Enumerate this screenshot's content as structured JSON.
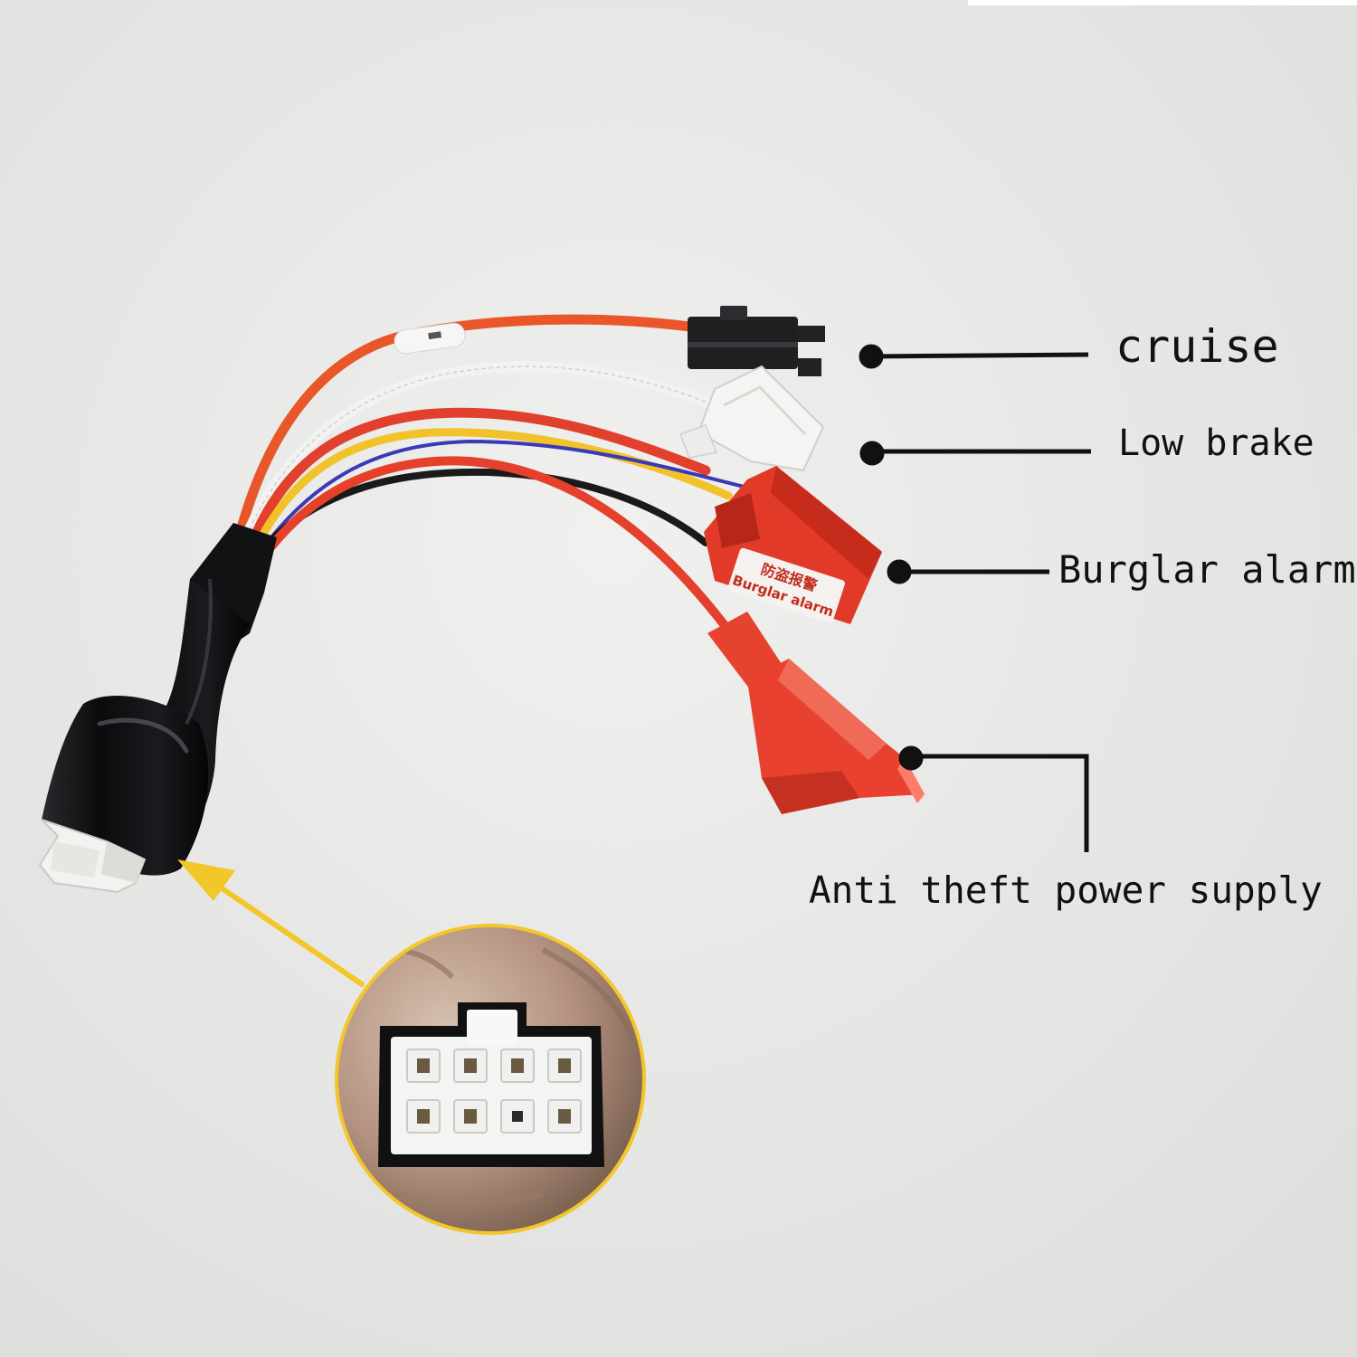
{
  "labels": {
    "cruise": "cruise",
    "low_brake": "Low brake",
    "burglar_alarm": "Burglar alarm",
    "anti_theft": "Anti theft power supply"
  },
  "connector_print": {
    "chinese": "防盗报警",
    "english": "Burglar alarm"
  },
  "colors": {
    "background": "#e9e9e7",
    "callout_line": "#111111",
    "arrow": "#f3c62a",
    "red_housing": "#e8402e",
    "black_boot": "#0e0e10",
    "orange_wire": "#f0662e",
    "yellow_wire": "#f2c22a",
    "blue_wire": "#3a3ab8"
  }
}
